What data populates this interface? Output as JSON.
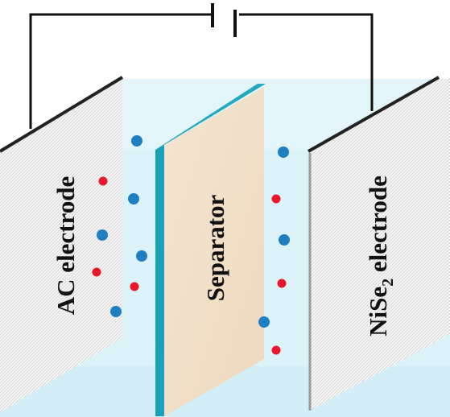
{
  "diagram": {
    "left_electrode_label": "AC electrode",
    "separator_label": "Separator",
    "right_electrode_label_prefix": "NiSe",
    "right_electrode_label_subscript": "2",
    "right_electrode_label_suffix": " electrode"
  },
  "colors": {
    "electrolyte": "#dff4fb",
    "separator_face": "#f2e2cc",
    "separator_edge": "#1fa0b8",
    "ion_blue": "#1f7fc0",
    "ion_red": "#e8182a",
    "electrode_face": "#f4f4f4",
    "wire": "#111111"
  },
  "icons": {
    "capacitor": "capacitor-symbol-icon"
  }
}
